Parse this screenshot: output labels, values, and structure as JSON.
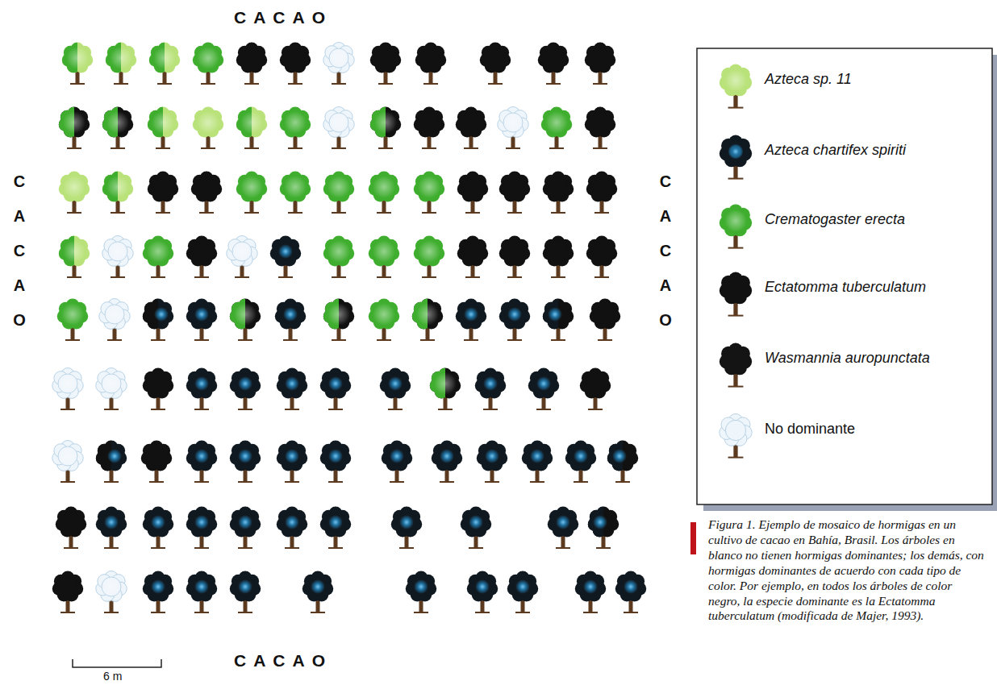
{
  "diagram": {
    "caption": "Figura 1. Ejemplo de mosaico de hormigas en un cultivo de cacao en Bahía, Brasil. Los árboles en blanco no tienen hormigas dominantes; los demás, con hormigas dominantes de acuerdo con cada tipo de color. Por ejemplo, en todos los árboles de color negro, la especie dominante es la Ectatomma tuberculatum (modificada de Majer, 1993).",
    "labels": [
      "CACAO",
      "CACAO",
      "CACAO",
      "CACAO",
      "6 m"
    ],
    "legend": [
      {
        "text": "Azteca sp. 11",
        "color": "#b9e27a"
      },
      {
        "text": "Azteca chartifex spiriti",
        "color": "#101820"
      },
      {
        "text": "Crematogaster erecta",
        "color": "#3fae2f"
      },
      {
        "text": "Ectatomma tuberculatum",
        "color": "#111111"
      },
      {
        "text": "Wasmannia auropunctata",
        "color": "#141414"
      },
      {
        "text": "No dominante",
        "color": "#eef5fb"
      }
    ]
  }
}
